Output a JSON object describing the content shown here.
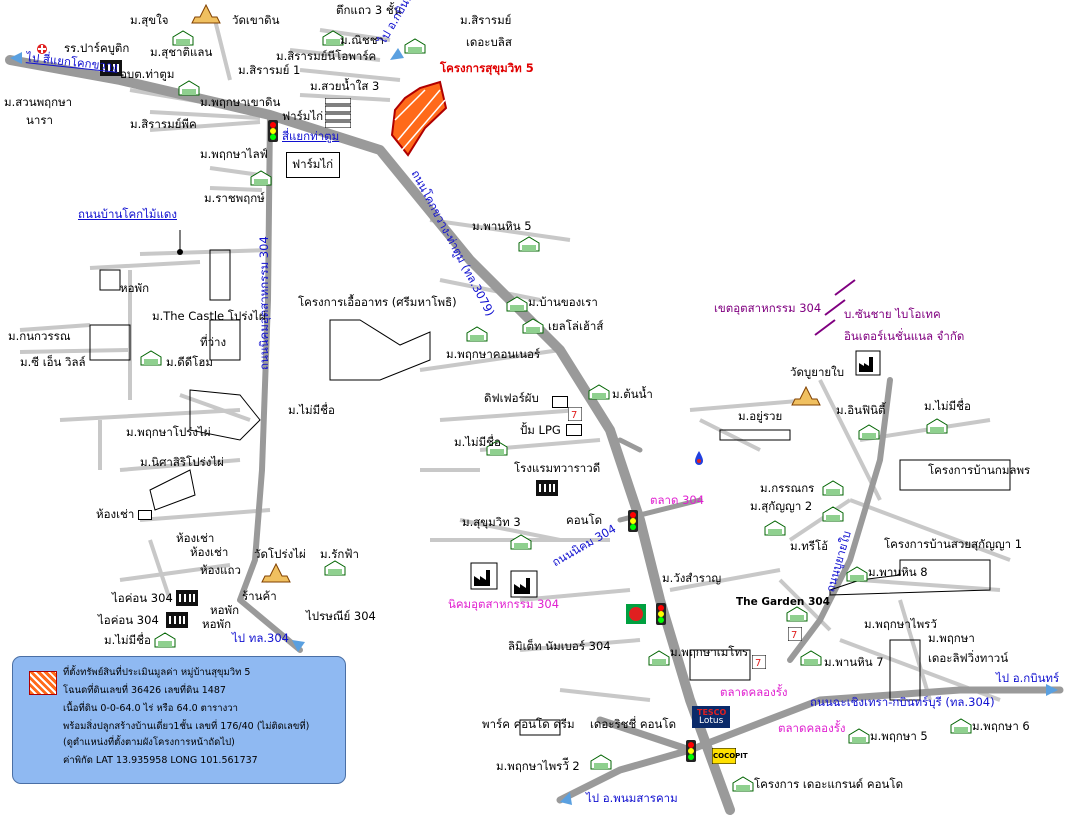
{
  "map_labels": {
    "m_sukjai": "ม.สุขใจ",
    "wat_khao_din": "วัดเขาดิน",
    "tuek_thaeo": "ตึกแถว 3 ชั้น",
    "m_nitcha": "ม.ณิชชา",
    "m_siramy_the_bliss_1": "ม.สิรารมย์",
    "m_siramy_the_bliss_2": "เดอะบลิส",
    "to_kabin_top": "ไป อ.กบินทร์",
    "rr_park_kutik": "รร.ปาร์คบูติก",
    "m_sucharit_land": "ม.สุชาติแลน",
    "m_siramy_neo": "ม.สิรารมย์นีโอพาร์ค",
    "m_siramy_1": "ม.สิรารมย์ 1",
    "project_sukhumvit5": "โครงการสุขุมวิท 5",
    "to_khok_khwang": "ไป สี่แยกโคกขวาง",
    "obt_tha_tum": "อบต.ท่าตูม",
    "m_suai_nam_sai_3": "ม.สวยน้ำใส 3",
    "m_suan_phruksa_1": "ม.สวนพฤกษา",
    "m_suan_phruksa_2": "นารา",
    "m_phruksa_khao_din": "ม.พฤกษาเขาดิน",
    "farm_kai_1": "ฟาร์มไก่",
    "m_siramy_park": "ม.สิรารมย์พีค",
    "si_yaek_tha_tum": "สี่แยกท่าตูม",
    "m_phruksa_life": "ม.พฤกษาไลฟ์",
    "farm_kai_2": "ฟาร์มไก่",
    "m_ratchaphruek": "ม.ราชพฤกษ์",
    "road_khok_tha_tum": "ถนนโคกขวาง-ท่าตูม (ทล.3079)",
    "road_ban_khok_mai_daeng": "ถนนบ้านโคกไม้แดง",
    "m_phan_hin_5": "ม.พานหิน 5",
    "hor_phak_1": "หอพัก",
    "road_nikhom_304": "ถนนนิคมอุตสาหกรรม 304",
    "project_ue_athon": "โครงการเอื้ออาทร (ศรีมหาโพธิ)",
    "m_ban_khong_rao": "ม.บ้านของเรา",
    "yellow_house": "เยลโล่เฮ้าส์",
    "m_the_castle": "ม.The Castle โปร่งไผ่",
    "m_konwaran": "ม.กนกวรรณ",
    "thi_wang": "ที่ว่าง",
    "m_cn_villa": "ม.ซี เอ็น วิลล์",
    "m_d_d_home": "ม.ดีดีโฮม",
    "m_phruksa_connor": "ม.พฤกษาคอนเนอร์",
    "zone_304": "เขตอุตสาหกรรม 304",
    "company_1": "บ.ซันชาย ไบโอเทค",
    "company_2": "อินเตอร์เนชั่นแนล จำกัด",
    "m_ton_nam": "ม.ต้นน้ำ",
    "diff_fah": "ดิฟเฟอร์ผับ",
    "wat_bu_yai": "วัดบูยายใบ",
    "m_mai_mi_chue_1": "ม.ไม่มีชื่อ",
    "m_phruksa_prong_phai": "ม.พฤกษาโปร่งไผ่",
    "pump_lpg": "ปั้ม LPG",
    "m_mai_mi_chue_2": "ม.ไม่มีชื่อ",
    "m_u_ruai": "ม.อยู่รวย",
    "m_infinity": "ม.อินฟินิตี้",
    "m_mai_mi_chue_3": "ม.ไม่มีชื่อ",
    "m_nisa_siri": "ม.นิศาสิริโปร่งไผ่",
    "hotel_thawarawadi": "โรงแรมทวาราวดี",
    "project_ban_kamon": "โครงการบ้านกมลพร",
    "talat_304": "ตลาด 304",
    "m_kannikon": "ม.กรรณกร",
    "m_sukanya_2": "ม.สุกัญญา 2",
    "hong_chao_1": "ห้องเช่า",
    "m_sukhumvit_3": "ม.สุขุมวิท 3",
    "condo": "คอนโด",
    "m_tree_o": "ม.ทรีโอ้",
    "project_suai_sukanya": "โครงการบ้านสวยสุกัญญา 1",
    "hong_chao_2": "ห้องเช่า",
    "hong_chao_3": "ห้องเช่า",
    "wat_prong_phai": "วัดโปร่งไผ่",
    "m_rak_fah": "ม.รักฟ้า",
    "road_nikhom_304_short": "ถนนนิคม 304",
    "road_bu_yai_bai": "ถนนบูยายใบ",
    "hong_thaeo": "ห้องแถว",
    "m_phan_hin_8": "ม.พานหิน 8",
    "m_wang_samran": "ม.วังสำราญ",
    "icon_304_1": "ไอค่อน 304",
    "ran_kha": "ร้านค้า",
    "nikhom_304": "นิคมอุตสาหกรรม 304",
    "the_garden_304": "The Garden 304",
    "hor_phak_2": "หอพัก",
    "icon_304_2": "ไอค่อน 304",
    "hor_phak_3": "หอพัก",
    "post_304": "ไปรษณีย์ 304",
    "m_phruksa_phrai_1": "ม.พฤกษาไพรวั",
    "m_phruksa_the_little_1": "ม.พฤกษา",
    "m_phruksa_the_little_2": "เดอะลิฟวิ่งทาวน์",
    "m_mai_mi_chue_4": "ม.ไม่มีชื่อ",
    "to_thl_304": "ไป ทล.304",
    "limited_304": "ลิมิเต็ท นัมเบอร์ 304",
    "m_phruksa_mei_chai": "ม.พฤกษาเมโทร",
    "m_phan_hin_7": "ม.พานหิน 7",
    "talat_khlong_rang_1": "ตลาดคลองรั้ง",
    "road_chachoengsao": "ถนนฉะเชิงเทรา-กบินทร์บุรี (ทล.304)",
    "to_kabin_right": "ไป อ.กบินทร์",
    "park_condo": "พาร์ค คอนโด ดรีม",
    "the_rich_condo": "เดอะริชชี่ คอนโด",
    "lotus_1": "TESCO",
    "lotus_2": "Lotus",
    "talat_khlong_rang_2": "ตลาดคลองรั้ง",
    "m_phruksa_6": "ม.พฤกษา 6",
    "m_phruksa_5": "ม.พฤกษา 5",
    "m_phruksa_phrai_2": "ม.พฤกษาไพรวัี 2",
    "cocopit": "COCOPIT",
    "project_the_grand": "โครงการ เดอะแกรนด์ คอนโด",
    "to_phanom": "ไป อ.พนมสารคาม"
  },
  "legend": {
    "line1": "ที่ตั้งทรัพย์สินที่ประเมินมูลค่า   หมู่บ้านสุขุมวิท 5",
    "line2": "โฉนดที่ดินเลขที่ 36426 เลขที่ดิน 1487",
    "line3": "เนื้อที่ดิน 0-0-64.0 ไร่ หรือ 64.0 ตารางวา",
    "line4": "พร้อมสิ่งปลูกสร้างบ้านเดี่ยว1ชั้น  เลขที่ 176/40 (ไม่ติดเลขที่)",
    "line5": "(ดูตำแหน่งที่ตั้งตามผังโครงการหน้าถัดไป)",
    "line6": "ค่าพิกัด LAT 13.935958 LONG 101.561737"
  },
  "colors": {
    "road": "#9a9a9a",
    "minor_road": "#c8c8c8",
    "highlight": "#ff6a1a",
    "legend_bg": "#8fb9f2",
    "blue_text": "#1010d0",
    "red_text": "#e00000",
    "magenta_text": "#e020d0"
  }
}
